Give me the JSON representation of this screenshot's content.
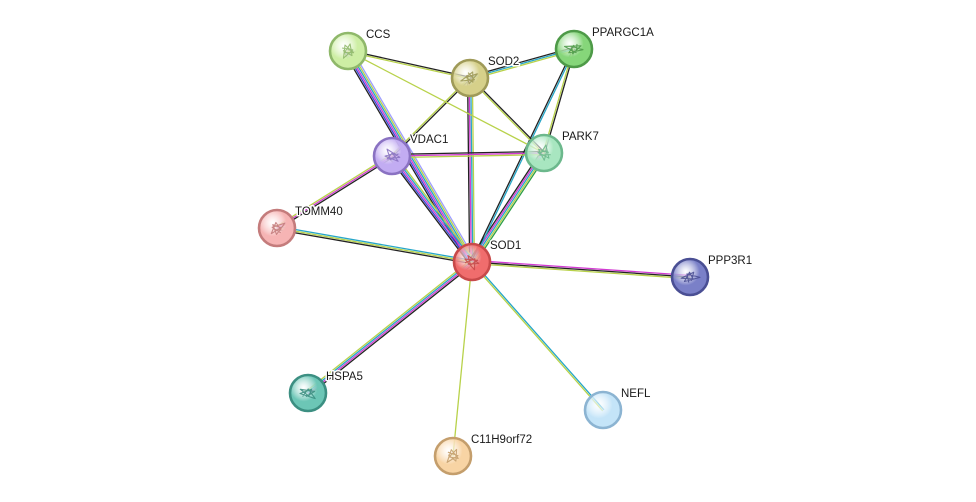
{
  "network": {
    "nodes": [
      {
        "id": "SOD1",
        "label": "SOD1",
        "color": "#f06d6d",
        "ring": "#c84a4a",
        "glyph": true
      },
      {
        "id": "CCS",
        "label": "CCS",
        "color": "#cdeea4",
        "ring": "#8fb86a",
        "glyph": true
      },
      {
        "id": "SOD2",
        "label": "SOD2",
        "color": "#d6d08a",
        "ring": "#9f9a58",
        "glyph": true
      },
      {
        "id": "PPARGC1A",
        "label": "PPARGC1A",
        "color": "#86d67a",
        "ring": "#4e9a48",
        "glyph": true
      },
      {
        "id": "VDAC1",
        "label": "VDAC1",
        "color": "#c2acf2",
        "ring": "#8a72c2",
        "glyph": true
      },
      {
        "id": "PARK7",
        "label": "PARK7",
        "color": "#a8e6c0",
        "ring": "#6cb88c",
        "glyph": true
      },
      {
        "id": "TOMM40",
        "label": "TOMM40",
        "color": "#f6b4b4",
        "ring": "#c47c7c",
        "glyph": true
      },
      {
        "id": "PPP3R1",
        "label": "PPP3R1",
        "color": "#7a80c8",
        "ring": "#4a4f94",
        "glyph": true
      },
      {
        "id": "HSPA5",
        "label": "HSPA5",
        "color": "#6cc6b6",
        "ring": "#3c8f82",
        "glyph": true
      },
      {
        "id": "NEFL",
        "label": "NEFL",
        "color": "#c4e4f8",
        "ring": "#8cb4d2",
        "glyph": false
      },
      {
        "id": "C11H9orf72",
        "label": "C11H9orf72",
        "color": "#f8d4a4",
        "ring": "#c49e6c",
        "glyph": true
      }
    ],
    "edges": [
      {
        "source": "SOD1",
        "target": "CCS",
        "channels": [
          "#222222",
          "#3b46d6",
          "#d23bd2",
          "#26a6c8",
          "#b8d24a",
          "#9e9eff"
        ]
      },
      {
        "source": "SOD1",
        "target": "SOD2",
        "channels": [
          "#222222",
          "#d23bd2",
          "#26a6c8",
          "#b8d24a"
        ]
      },
      {
        "source": "SOD1",
        "target": "VDAC1",
        "channels": [
          "#222222",
          "#3b46d6",
          "#d23bd2",
          "#26a6c8",
          "#b8d24a"
        ]
      },
      {
        "source": "SOD1",
        "target": "PARK7",
        "channels": [
          "#222222",
          "#d23bd2",
          "#26a6c8",
          "#b8d24a",
          "#2e9e4a"
        ]
      },
      {
        "source": "SOD1",
        "target": "PPARGC1A",
        "channels": [
          "#222222",
          "#26a6c8"
        ]
      },
      {
        "source": "SOD1",
        "target": "TOMM40",
        "channels": [
          "#222222",
          "#b8d24a",
          "#26a6c8"
        ]
      },
      {
        "source": "SOD1",
        "target": "PPP3R1",
        "channels": [
          "#d23bd2",
          "#222222",
          "#b8d24a"
        ]
      },
      {
        "source": "SOD1",
        "target": "HSPA5",
        "channels": [
          "#222222",
          "#d23bd2",
          "#26a6c8",
          "#b8d24a"
        ]
      },
      {
        "source": "SOD1",
        "target": "NEFL",
        "channels": [
          "#26a6c8",
          "#b8d24a"
        ]
      },
      {
        "source": "SOD1",
        "target": "C11H9orf72",
        "channels": [
          "#b8d24a"
        ]
      },
      {
        "source": "CCS",
        "target": "SOD2",
        "channels": [
          "#222222",
          "#b8d24a"
        ]
      },
      {
        "source": "SOD2",
        "target": "PPARGC1A",
        "channels": [
          "#222222",
          "#26a6c8",
          "#b8d24a"
        ]
      },
      {
        "source": "SOD2",
        "target": "PARK7",
        "channels": [
          "#222222",
          "#b8d24a"
        ]
      },
      {
        "source": "SOD2",
        "target": "VDAC1",
        "channels": [
          "#222222",
          "#b8d24a"
        ]
      },
      {
        "source": "PPARGC1A",
        "target": "PARK7",
        "channels": [
          "#222222",
          "#b8d24a"
        ]
      },
      {
        "source": "VDAC1",
        "target": "PARK7",
        "channels": [
          "#222222",
          "#d23bd2",
          "#b8d24a"
        ]
      },
      {
        "source": "VDAC1",
        "target": "TOMM40",
        "channels": [
          "#222222",
          "#d23bd2",
          "#b8d24a"
        ]
      },
      {
        "source": "CCS",
        "target": "PARK7",
        "channels": [
          "#b8d24a"
        ]
      }
    ]
  }
}
